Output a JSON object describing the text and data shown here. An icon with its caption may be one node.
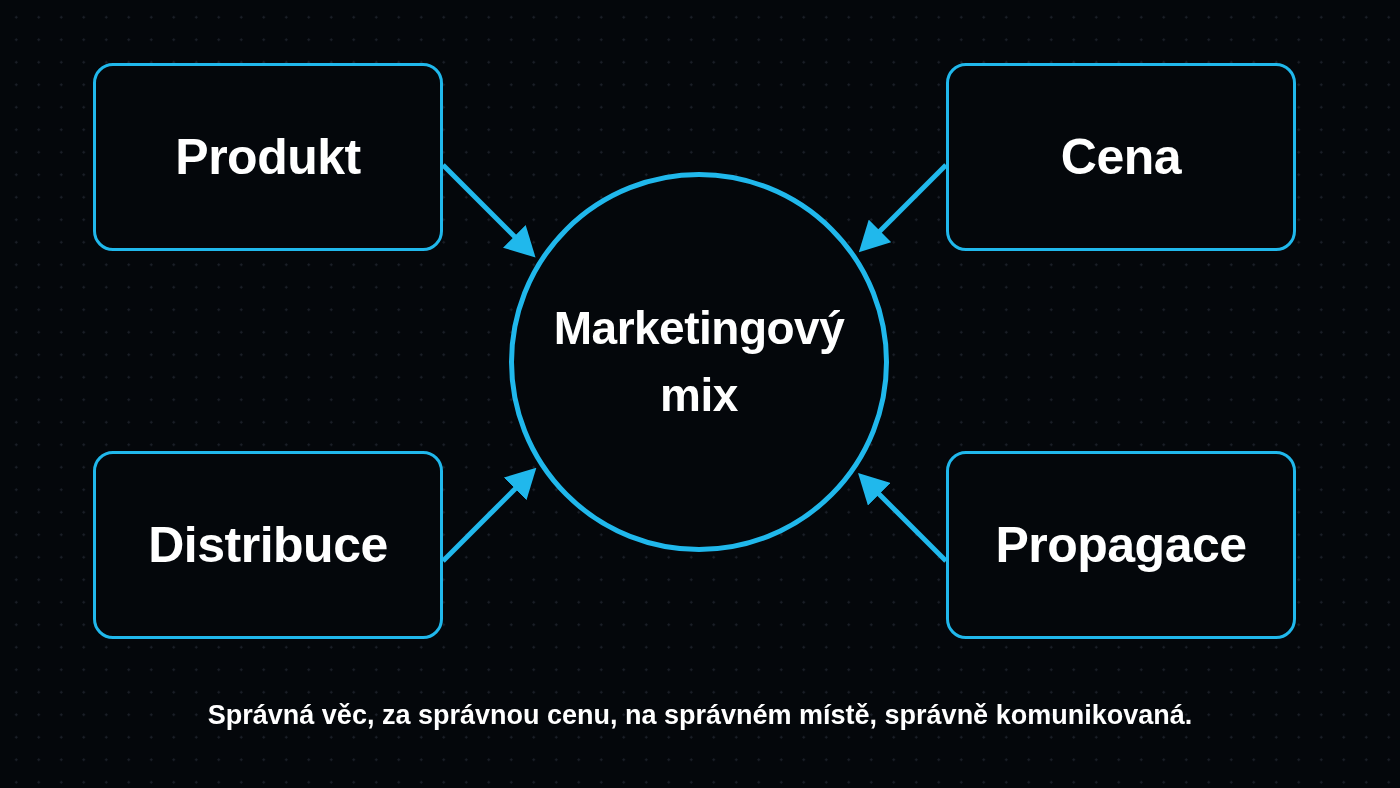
{
  "diagram": {
    "caption": "Správná věc, za správnou cenu, na správném místě, správně komunikovaná.",
    "nodes": [
      {
        "text": [
          "Produkt"
        ]
      },
      {
        "text": [
          "Cena"
        ]
      },
      {
        "text": [
          "Marketingový mix"
        ]
      },
      {
        "text": [
          "Distribuce"
        ]
      },
      {
        "text": [
          "Propagace"
        ]
      }
    ],
    "edges": [
      {
        "from": 0,
        "to": 2,
        "arrow": "to"
      },
      {
        "from": 1,
        "to": 2,
        "arrow": "to"
      },
      {
        "from": 3,
        "to": 2,
        "arrow": "to"
      },
      {
        "from": 4,
        "to": 2,
        "arrow": "to"
      }
    ]
  }
}
